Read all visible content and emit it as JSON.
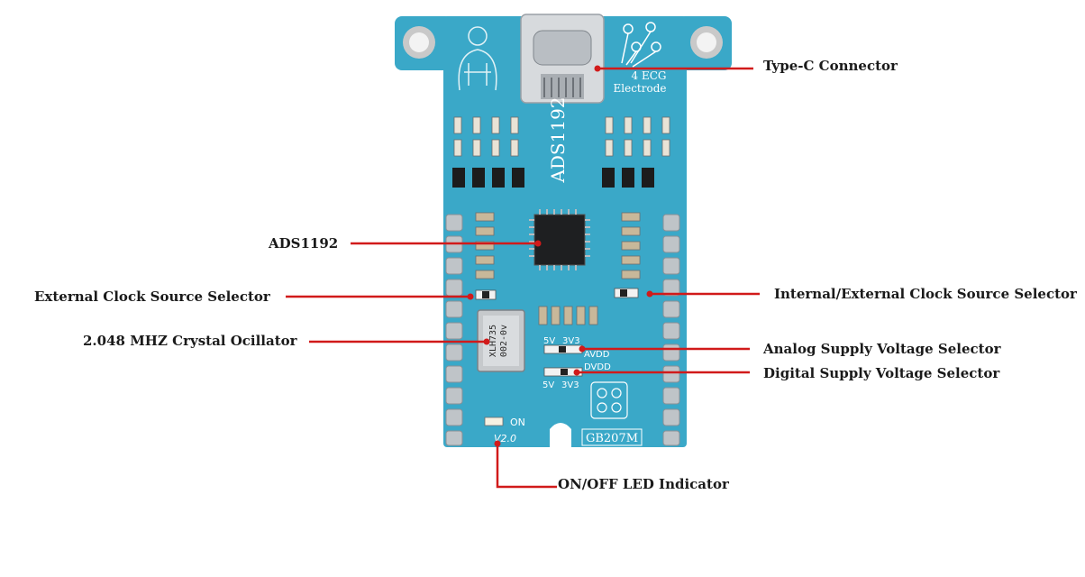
{
  "board": {
    "chip_name": "ADS1192",
    "board_id": "GB207M",
    "electrode_text_line1": "4 ECG",
    "electrode_text_line2": "Electrode",
    "crystal_line1": "XLH735",
    "crystal_line2": "002-0v",
    "silk_5v_a": "5V",
    "silk_3v3_a": "3V3",
    "silk_avdd": "AVDD",
    "silk_dvdd": "DVDD",
    "silk_5v_b": "5V",
    "silk_3v3_b": "3V3",
    "silk_on": "ON",
    "silk_version": "V2.0",
    "colors": {
      "pcb": "#3aa8c8",
      "pcb_dark": "#2a8fb0",
      "callout_line": "#d11a1a",
      "text": "#1a1a1a"
    }
  },
  "callouts": {
    "type_c": "Type-C Connector",
    "ads1192": "ADS1192",
    "ext_clock": "External Clock Source Selector",
    "int_ext_clock": "Internal/External Clock Source Selector",
    "crystal": "2.048 MHZ Crystal Ocillator",
    "analog_supply": "Analog Supply Voltage Selector",
    "digital_supply": "Digital Supply Voltage Selector",
    "led": "ON/OFF LED Indicator"
  }
}
